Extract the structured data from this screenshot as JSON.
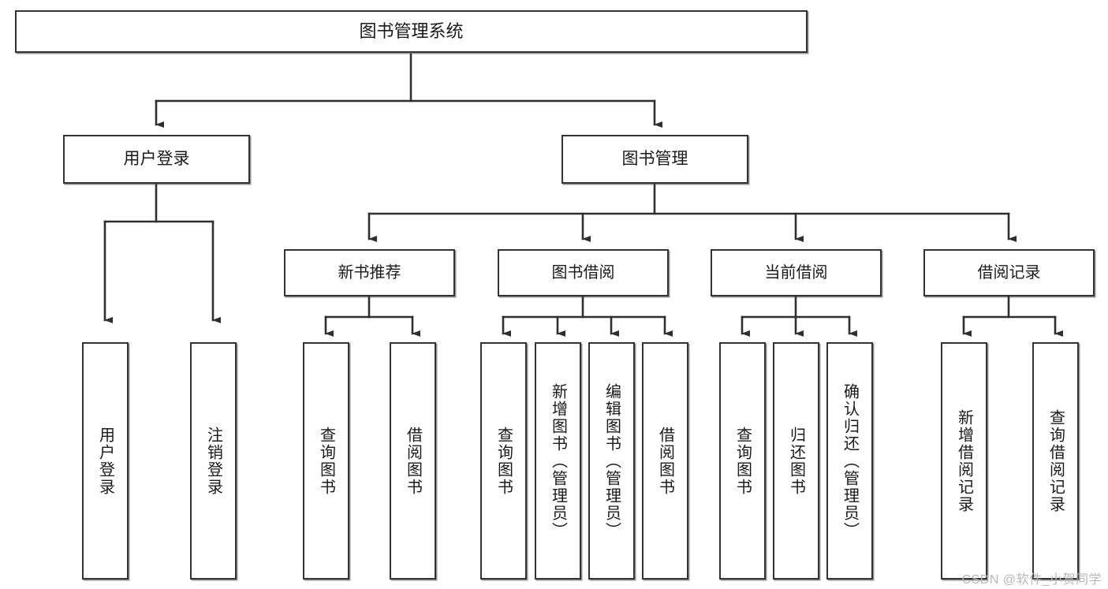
{
  "diagram": {
    "title": "图书管理系统",
    "type": "hierarchy-tree",
    "watermark": "CSDN @软件_小贺同学",
    "colors": {
      "box_border": "#333333",
      "box_fill": "#ffffff",
      "connector": "#333333",
      "text": "#1a1a1a",
      "watermark": "#b8b8b8",
      "background": "#ffffff"
    },
    "nodes": {
      "root": {
        "label": "图书管理系统"
      },
      "level2": [
        {
          "label": "用户登录"
        },
        {
          "label": "图书管理"
        }
      ],
      "level3": [
        {
          "label": "新书推荐"
        },
        {
          "label": "图书借阅"
        },
        {
          "label": "当前借阅"
        },
        {
          "label": "借阅记录"
        }
      ],
      "leaves": [
        {
          "label": "用户登录",
          "parent": "用户登录"
        },
        {
          "label": "注销登录",
          "parent": "用户登录"
        },
        {
          "label": "查询图书",
          "parent": "新书推荐"
        },
        {
          "label": "借阅图书",
          "parent": "新书推荐"
        },
        {
          "label": "查询图书",
          "parent": "图书借阅"
        },
        {
          "label": "新增图书（管理员）",
          "parent": "图书借阅"
        },
        {
          "label": "编辑图书（管理员）",
          "parent": "图书借阅"
        },
        {
          "label": "借阅图书",
          "parent": "图书借阅"
        },
        {
          "label": "查询图书",
          "parent": "当前借阅"
        },
        {
          "label": "归还图书",
          "parent": "当前借阅"
        },
        {
          "label": "确认归还（管理员）",
          "parent": "当前借阅"
        },
        {
          "label": "新增借阅记录",
          "parent": "借阅记录"
        },
        {
          "label": "查询借阅记录",
          "parent": "借阅记录"
        }
      ]
    }
  }
}
